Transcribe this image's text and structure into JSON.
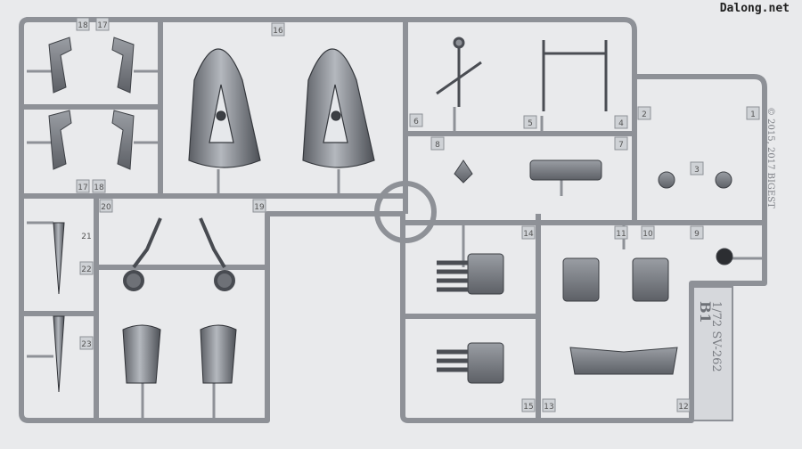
{
  "watermark": "Dalong.net",
  "sprue": {
    "part_numbers": [
      "18",
      "17",
      "17",
      "18",
      "16",
      "6",
      "5",
      "4",
      "7",
      "8",
      "2",
      "1",
      "3",
      "20",
      "19",
      "21",
      "22",
      "23",
      "14",
      "11",
      "10",
      "9",
      "13",
      "12",
      "15"
    ],
    "copyright": "© 2015, 2017 BIGEST",
    "runner_code": "B1",
    "kit_name": "1/72 SV-262"
  },
  "colors": {
    "background": "#e9eaec",
    "plastic": "#8e9197",
    "plastic_dark": "#4a4d53",
    "plastic_light": "#c9ccd1"
  }
}
